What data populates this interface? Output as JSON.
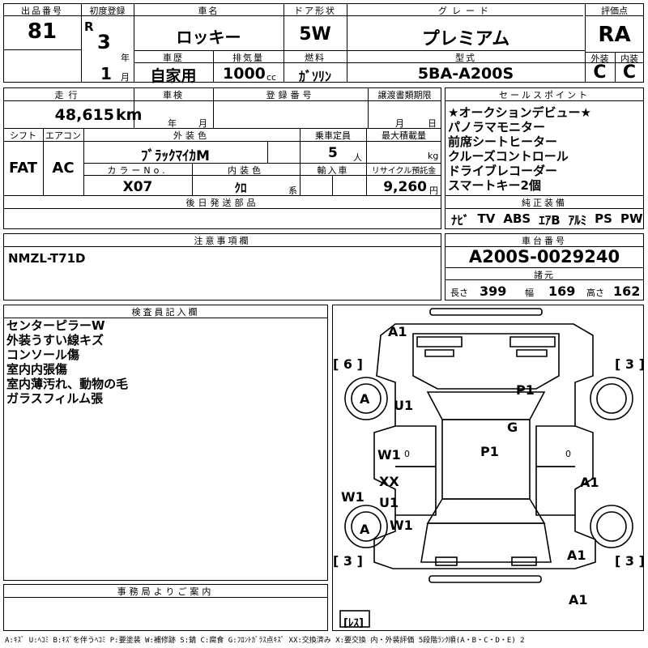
{
  "header": {
    "lot_label": "出品番号",
    "lot_value": "81",
    "first_reg_label": "初度登録",
    "era_letter": "R",
    "year_value": "3",
    "year_unit": "年",
    "month_value": "1",
    "month_unit": "月",
    "car_name_label": "車名",
    "car_name": "ロッキー",
    "door_label": "ドア形状",
    "door_value": "5W",
    "grade_label": "グレード",
    "grade_value": "プレミアム",
    "score_label": "評価点",
    "score_value": "RA",
    "history_label": "車歴",
    "history_value": "自家用",
    "displacement_label": "排気量",
    "displacement_value": "1000",
    "displacement_unit": "cc",
    "fuel_label": "燃料",
    "fuel_value": "ｶﾞｿﾘﾝ",
    "model_label": "型式",
    "model_value": "5BA-A200S",
    "exterior_label": "外装",
    "exterior_value": "C",
    "interior_label": "内装",
    "interior_value": "C"
  },
  "details": {
    "mileage_label": "走行",
    "mileage_value": "48,615",
    "mileage_unit": "km",
    "inspection_label": "車検",
    "inspection_year": "年",
    "inspection_month": "月",
    "registration_label": "登録番号",
    "transfer_label": "譲渡書類期限",
    "transfer_month": "月",
    "transfer_day": "日",
    "shift_label": "シフト",
    "shift_value": "FAT",
    "ac_label": "エアコン",
    "ac_value": "AC",
    "color_label": "外装色",
    "color_value": "ﾌﾞﾗｯｸﾏｲｶM",
    "capacity_label": "乗車定員",
    "capacity_value": "5",
    "capacity_unit": "人",
    "payload_label": "最大積載量",
    "payload_unit": "kg",
    "color_no_label": "カラーNo.",
    "color_no_value": "X07",
    "interior_color_label": "内装色",
    "interior_color_value": "ｸﾛ",
    "interior_color_unit": "系",
    "import_label": "輸入車",
    "recycle_label": "リサイクル預託金",
    "recycle_value": "9,260",
    "recycle_unit": "円",
    "later_parts_label": "後日発送部品"
  },
  "sales_points": {
    "label": "セールスポイント",
    "items": [
      "★オークションデビュー★",
      "パノラマモニター",
      "前席シートヒーター",
      "クルーズコントロール",
      "ドライブレコーダー",
      "スマートキー2個"
    ]
  },
  "equipment": {
    "label": "純正装備",
    "items": [
      "ﾅﾋﾞ",
      "TV",
      "ABS",
      "ｴｱB",
      "ｱﾙﾐ",
      "PS",
      "PW"
    ]
  },
  "notes": {
    "label": "注意事項欄",
    "value": "NMZL-T71D"
  },
  "chassis": {
    "label": "車台番号",
    "value": "A200S-0029240",
    "dims_label": "諸元",
    "length_label": "長さ",
    "length_value": "399",
    "width_label": "幅",
    "width_value": "169",
    "height_label": "高さ",
    "height_value": "162"
  },
  "inspector": {
    "label": "検査員記入欄",
    "lines": [
      "センターピラーW",
      "外装うすい線キズ",
      "コンソール傷",
      "室内内張傷",
      "室内薄汚れ、動物の毛",
      "ガラスフィルム張"
    ]
  },
  "office": {
    "label": "事務局よりご案内"
  },
  "diagram": {
    "marks": {
      "a1_front": "A1",
      "tire_fl_count": "[ 6 ]",
      "tire_fr_count": "[ 3 ]",
      "wheel_fl": "A",
      "u1_front_left": "U1",
      "p1_hood": "P1",
      "g_glass": "G",
      "p1_roof": "P1",
      "w1_left_door": "W1",
      "left_door_zero": "0",
      "right_door_zero": "0",
      "xx_left": "XX",
      "u1_left_lower": "U1",
      "w1_pillar": "W1",
      "a1_right": "A1",
      "w1_side": "W1",
      "wheel_rl": "A",
      "w1_rear_left": "W1",
      "tire_rl_count": "[ 3 ]",
      "a1_rear_right": "A1",
      "tire_rr_count": "[ 3 ]",
      "a1_bumper": "A1",
      "spare_label": "[ﾚｽ]"
    }
  },
  "legend": {
    "text": "A:ｷｽﾞ U:ﾍｺﾐ B:ｷｽﾞを伴うﾍｺﾐ P:要塗装 W:補修跡 S:錆 C:腐食 G:ﾌﾛﾝﾄｶﾞﾗｽ点ｷｽﾞ XX:交換済み X:要交換 内・外装評価 5段階ﾗﾝｸ順(A・B・C・D・E) 2"
  }
}
